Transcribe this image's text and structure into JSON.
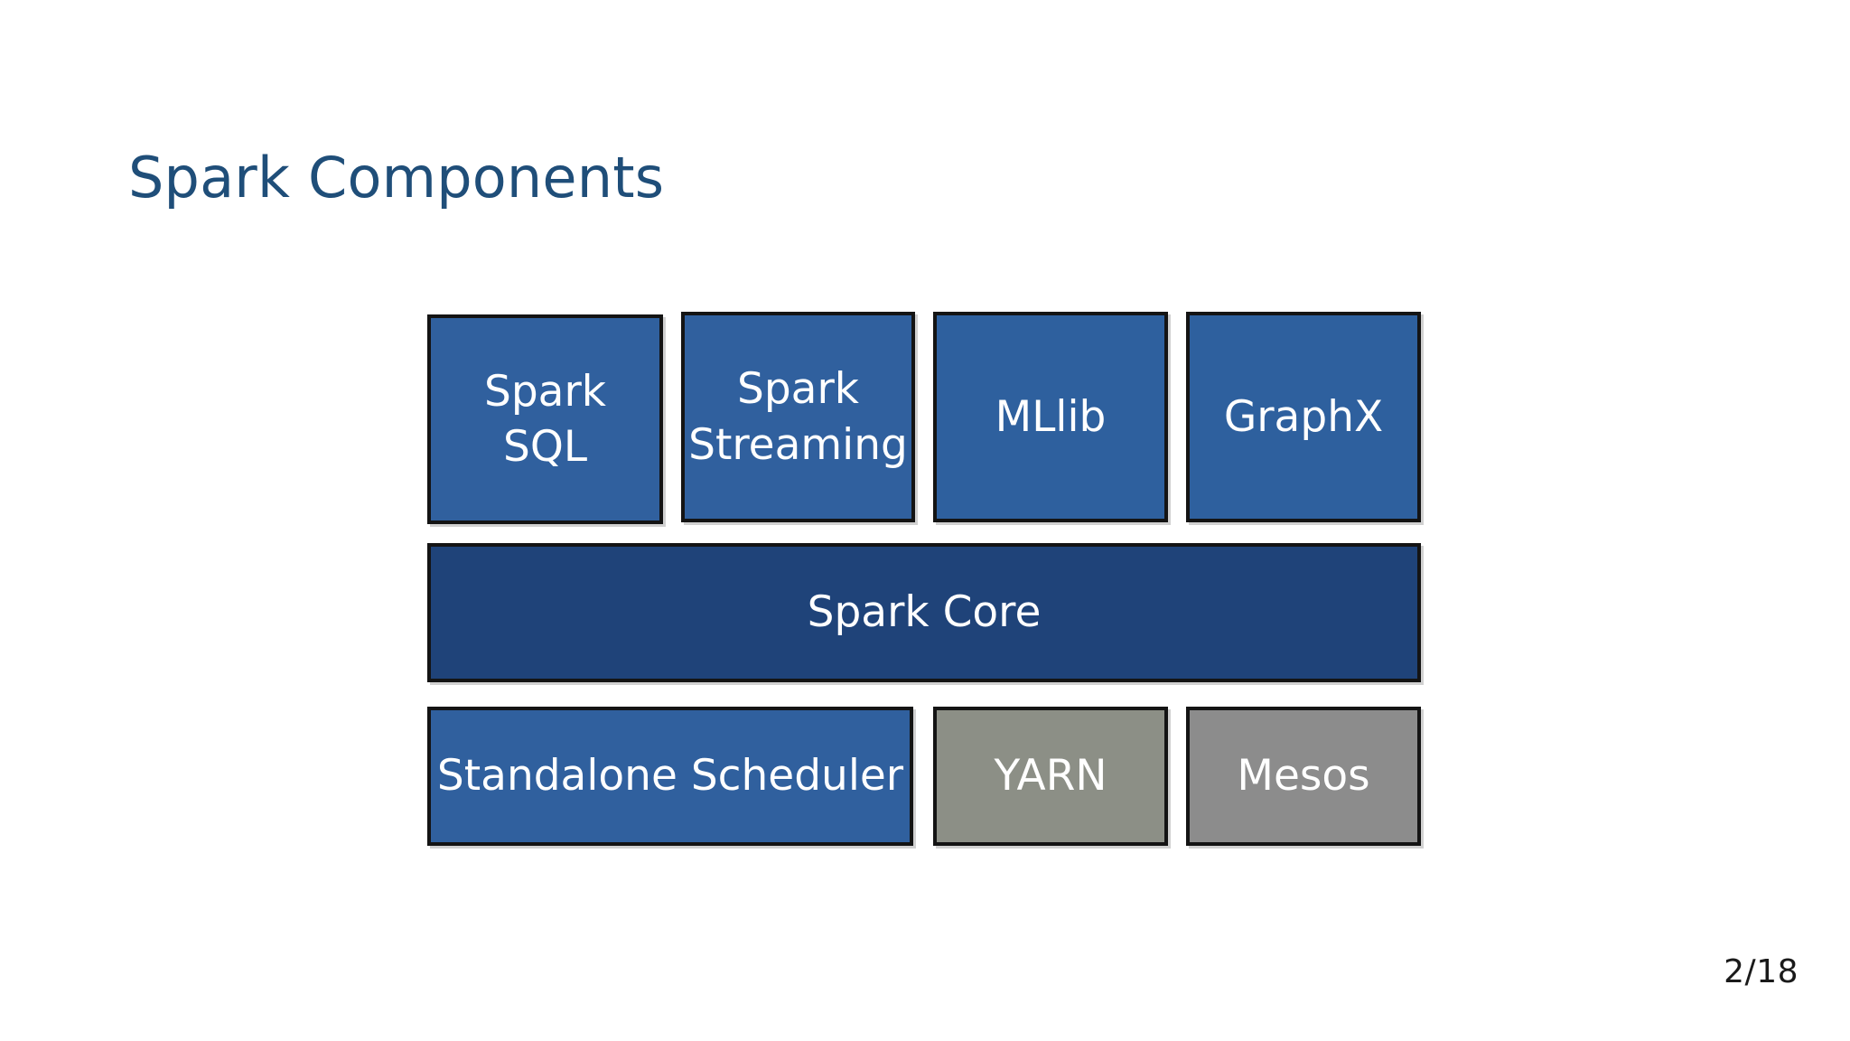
{
  "slide": {
    "title": "Spark Components",
    "page_number": "2/18",
    "background_color": "#FFFFFF",
    "title_color": "#1F4E79"
  },
  "diagram": {
    "type": "stacked-layer-architecture",
    "layers": [
      {
        "name": "libraries",
        "nodes": [
          {
            "id": "spark-sql",
            "lines": [
              "Spark",
              "SQL"
            ],
            "color": "#30609E",
            "text_color": "#FFFFFF"
          },
          {
            "id": "spark-streaming",
            "lines": [
              "Spark",
              "Streaming"
            ],
            "color": "#30609E",
            "text_color": "#FFFFFF"
          },
          {
            "id": "mllib",
            "lines": [
              "MLlib"
            ],
            "color": "#2E609E",
            "text_color": "#FFFFFF"
          },
          {
            "id": "graphx",
            "lines": [
              "GraphX"
            ],
            "color": "#2E609E",
            "text_color": "#FFFFFF"
          }
        ]
      },
      {
        "name": "core",
        "nodes": [
          {
            "id": "spark-core",
            "lines": [
              "Spark Core"
            ],
            "color": "#1F4379",
            "text_color": "#FFFFFF"
          }
        ]
      },
      {
        "name": "cluster-managers",
        "nodes": [
          {
            "id": "standalone-scheduler",
            "lines": [
              "Standalone Scheduler"
            ],
            "color": "#30609E",
            "text_color": "#FFFFFF"
          },
          {
            "id": "yarn",
            "lines": [
              "YARN"
            ],
            "color": "#8C8F86",
            "text_color": "#FFFFFF"
          },
          {
            "id": "mesos",
            "lines": [
              "Mesos"
            ],
            "color": "#8C8C8C",
            "text_color": "#FFFFFF"
          }
        ]
      }
    ]
  },
  "labels": {
    "spark_sql_line1": "Spark",
    "spark_sql_line2": "SQL",
    "spark_streaming_line1": "Spark",
    "spark_streaming_line2": "Streaming",
    "mllib": "MLlib",
    "graphx": "GraphX",
    "spark_core": "Spark Core",
    "standalone_scheduler": "Standalone Scheduler",
    "yarn": "YARN",
    "mesos": "Mesos"
  }
}
